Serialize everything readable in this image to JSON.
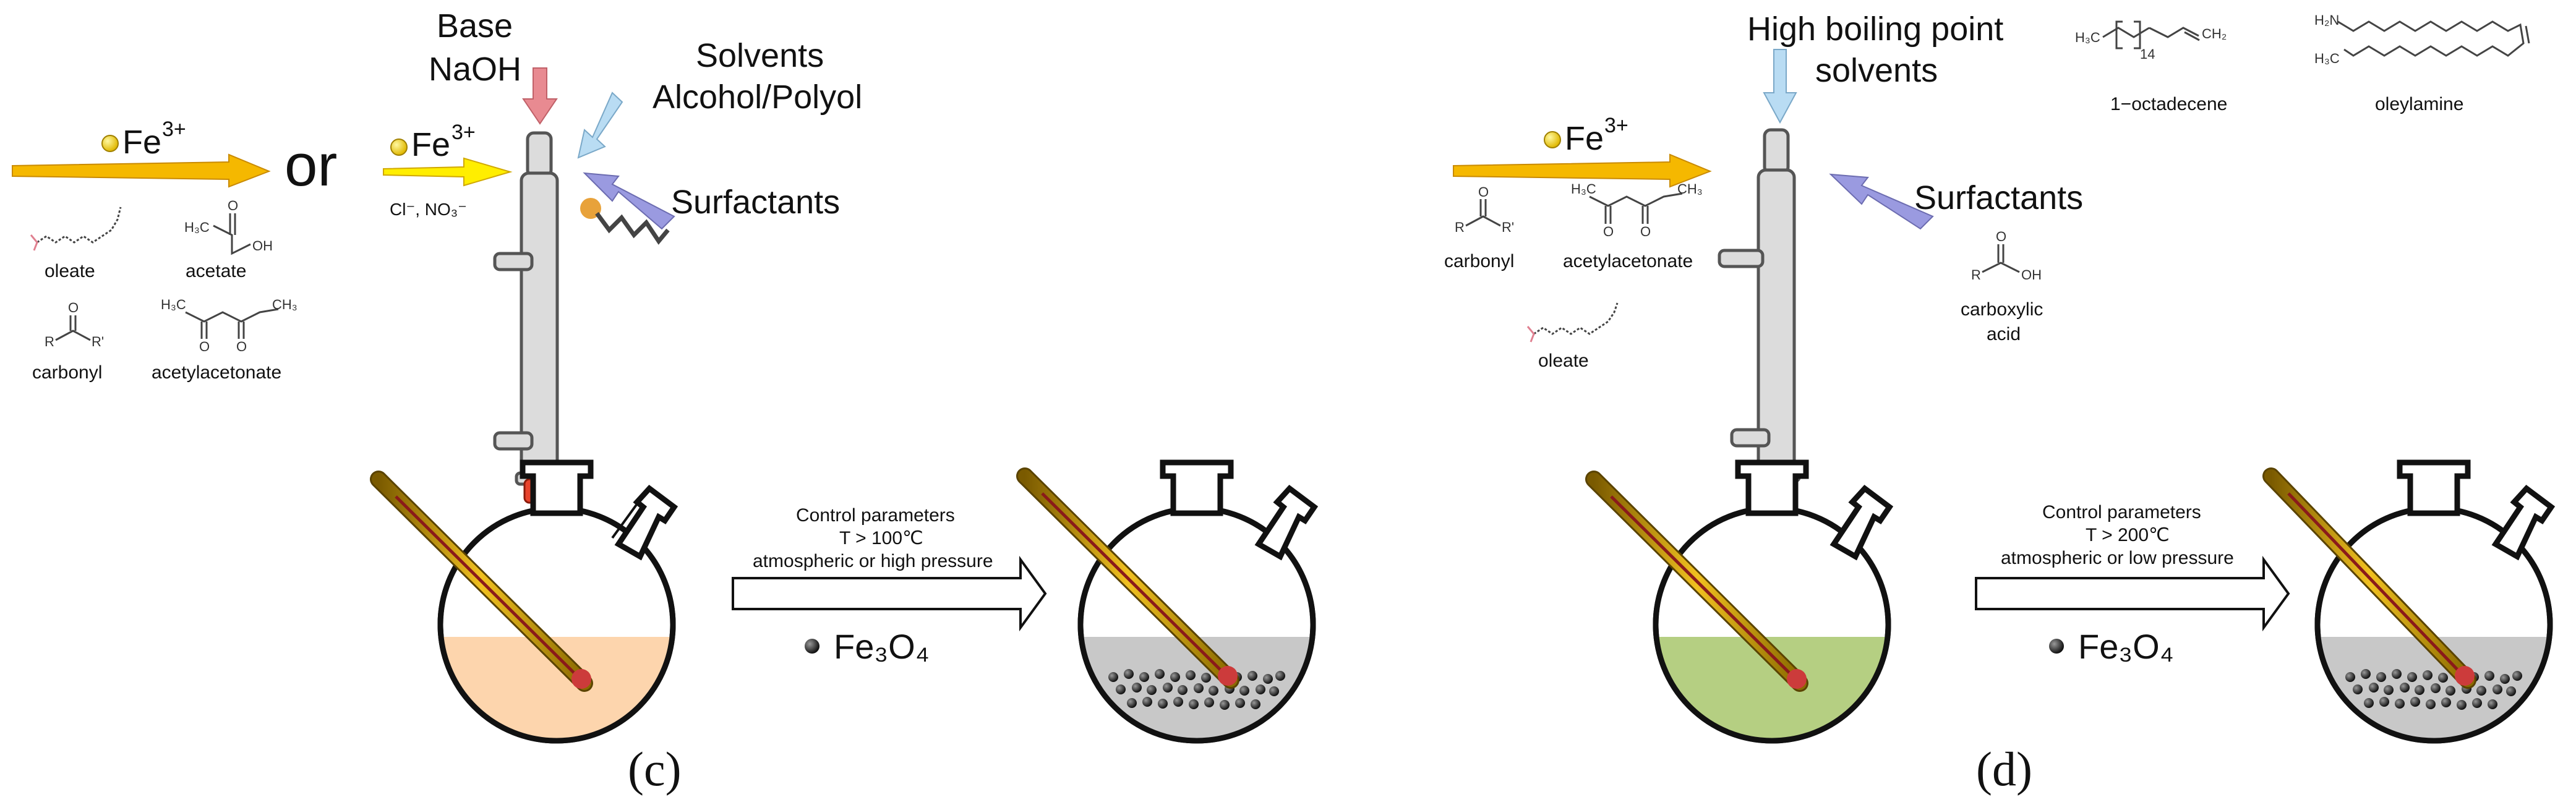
{
  "colors": {
    "iron_arrow": "#f5b800",
    "iron_arrow_light": "#ffee00",
    "base_arrow": "#e88a91",
    "solvent_arrow": "#b9dcf3",
    "surfactant_arrow": "#9a9ae0",
    "solution_c": "#fdd5ad",
    "solution_d": "#b5cf82",
    "product_fill": "#c8c8c8",
    "particle": "#333333",
    "stopper": "#e8432c"
  },
  "panel_c": {
    "label": "(c)",
    "iron_source_1": "Fe",
    "iron_source_1_charge": "3+",
    "or_text": "or",
    "iron_source_2": "Fe",
    "iron_source_2_charge": "3+",
    "counter_ions": "Cl⁻, NO₃⁻",
    "precursors": [
      "oleate",
      "acetate",
      "carbonyl",
      "acetylacetonate"
    ],
    "base_line1": "Base",
    "base_line2": "NaOH",
    "solvents_line1": "Solvents",
    "solvents_line2": "Alcohol/Polyol",
    "surfactants": "Surfactants",
    "control_title": "Control parameters",
    "control_temp": "T > 100℃",
    "control_pressure": "atmospheric or high pressure",
    "product": "Fe₃O₄"
  },
  "panel_d": {
    "label": "(d)",
    "iron_source": "Fe",
    "iron_source_charge": "3+",
    "precursors": [
      "carbonyl",
      "acetylacetonate",
      "oleate"
    ],
    "solvents_line1": "High boiling point",
    "solvents_line2": "solvents",
    "solvent_names": [
      "1−octadecene",
      "oleylamine"
    ],
    "surfactants": "Surfactants",
    "surfactant_line1": "carboxylic",
    "surfactant_line2": "acid",
    "control_title": "Control parameters",
    "control_temp": "T > 200℃",
    "control_pressure": "atmospheric or low pressure",
    "product": "Fe₃O₄"
  },
  "chem_labels": {
    "h3c": "H₃C",
    "ch3": "CH₃",
    "ch2": "CH₂",
    "o": "O",
    "oh": "OH",
    "r": "R",
    "r_prime": "R'",
    "h2n": "H₂N",
    "n14": "14"
  }
}
